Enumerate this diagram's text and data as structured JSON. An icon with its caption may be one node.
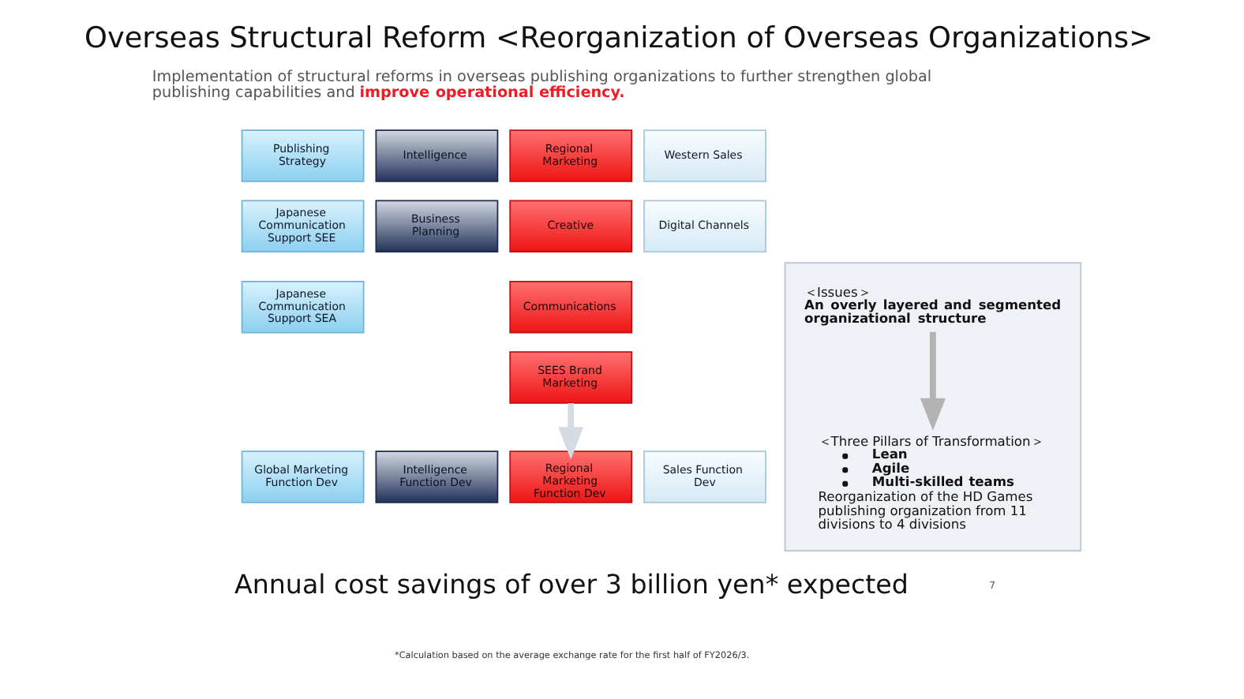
{
  "diagram": {
    "title": "Overseas Structural Reform <Reorganization of Overseas Organizations>",
    "nodes": [
      {
        "text": [
          "Publishing Strategy"
        ]
      },
      {
        "text": [
          "Intelligence"
        ]
      },
      {
        "text": [
          "Regional Marketing"
        ]
      },
      {
        "text": [
          "Western Sales"
        ]
      },
      {
        "text": [
          "Japanese Communication Support SEE"
        ]
      },
      {
        "text": [
          "Business Planning"
        ]
      },
      {
        "text": [
          "Creative"
        ]
      },
      {
        "text": [
          "Digital Channels"
        ]
      },
      {
        "text": [
          "Japanese Communication Support SEA"
        ]
      },
      {
        "text": [
          "Communications"
        ]
      },
      {
        "text": [
          "SEES Brand Marketing"
        ]
      },
      {
        "text": [
          "Global Marketing Function Dev"
        ]
      },
      {
        "text": [
          "Intelligence Function Dev"
        ]
      },
      {
        "text": [
          "Regional Marketing Function Dev"
        ]
      },
      {
        "text": [
          "Sales Function Dev"
        ]
      },
      {
        "text": [],
        "shape": "box"
      },
      {
        "text": [
          "＜Issues＞",
          "An overly layered and segmented organizational structure"
        ],
        "in": 15
      },
      {
        "text": [
          "＜Three Pillars of Transformation＞",
          "Lean",
          "Agile",
          "Multi-skilled teams",
          "Reorganization of the HD Games publishing organization from 11 divisions to 4 divisions"
        ],
        "in": 15
      }
    ],
    "edges": [
      {
        "from": 10,
        "to": 13,
        "arrow": "to",
        "color": "#d5dbe2"
      },
      {
        "from": 16,
        "to": 17,
        "arrow": "to"
      }
    ],
    "labels": [
      "Implementation of structural reforms in overseas publishing organizations to further strengthen global publishing capabilities and **improve operational efficiency.**",
      "Annual cost savings of over 3 billion yen* expected",
      "7",
      "*Calculation based on the average exchange rate for the first half of FY2026/3."
    ]
  }
}
